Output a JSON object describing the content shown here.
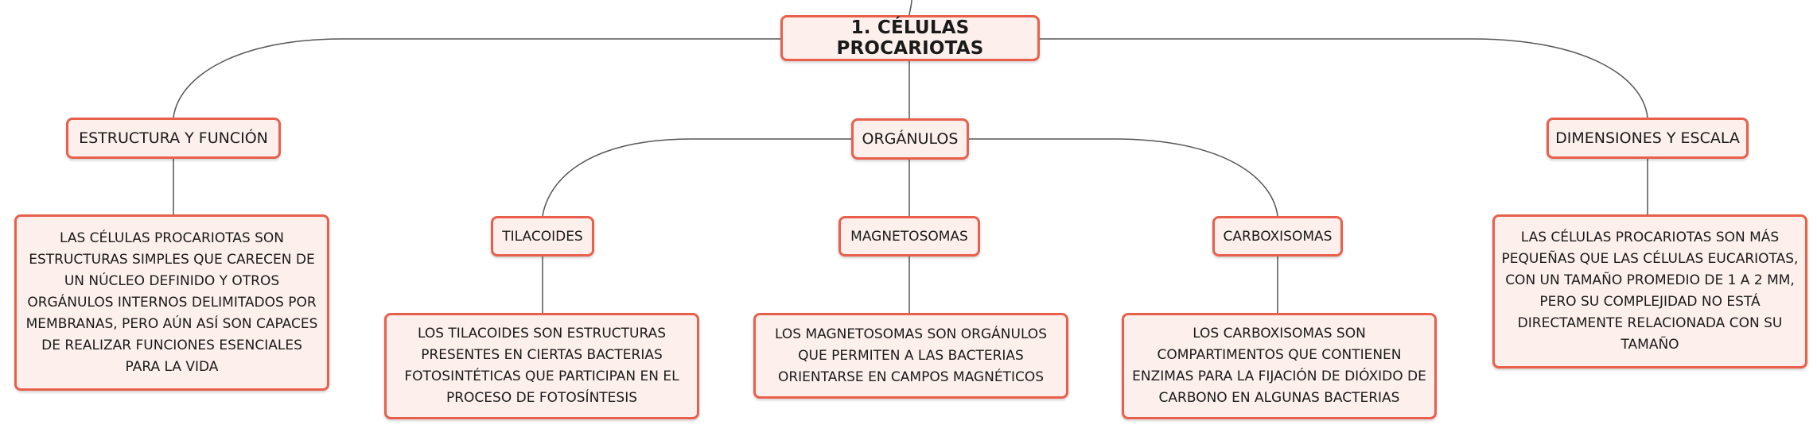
{
  "diagram": {
    "root": {
      "label": "1. CÉLULAS PROCARIOTAS"
    },
    "branches": {
      "estructura": {
        "label": "ESTRUCTURA Y FUNCIÓN",
        "description": "LAS CÉLULAS PROCARIOTAS SON ESTRUCTURAS SIMPLES QUE CARECEN DE UN NÚCLEO DEFINIDO Y OTROS ORGÁNULOS INTERNOS DELIMITADOS POR MEMBRANAS, PERO AÚN ASÍ SON CAPACES DE REALIZAR FUNCIONES ESENCIALES PARA LA VIDA"
      },
      "organulos": {
        "label": "ORGÁNULOS",
        "children": {
          "tilacoides": {
            "label": "TILACOIDES",
            "description": "LOS TILACOIDES SON ESTRUCTURAS PRESENTES EN CIERTAS BACTERIAS FOTOSINTÉTICAS QUE PARTICIPAN EN EL PROCESO DE FOTOSÍNTESIS"
          },
          "magnetosomas": {
            "label": "MAGNETOSOMAS",
            "description": "LOS MAGNETOSOMAS SON ORGÁNULOS QUE PERMITEN A LAS BACTERIAS ORIENTARSE EN CAMPOS MAGNÉTICOS"
          },
          "carboxisomas": {
            "label": "CARBOXISOMAS",
            "description": "LOS CARBOXISOMAS SON COMPARTIMENTOS QUE CONTIENEN ENZIMAS PARA LA FIJACIÓN DE DIÓXIDO DE CARBONO EN ALGUNAS BACTERIAS"
          }
        }
      },
      "dimensiones": {
        "label": "DIMENSIONES Y ESCALA",
        "description": "LAS CÉLULAS PROCARIOTAS SON MÁS PEQUEÑAS QUE LAS CÉLULAS EUCARIOTAS, CON UN TAMAÑO PROMEDIO DE 1 A 2 MM, PERO SU COMPLEJIDAD NO ESTÁ DIRECTAMENTE RELACIONADA CON SU TAMAÑO"
      }
    }
  },
  "colors": {
    "node_border": "#e8604c",
    "node_fill": "#fdf0ec",
    "connector": "#555555"
  }
}
